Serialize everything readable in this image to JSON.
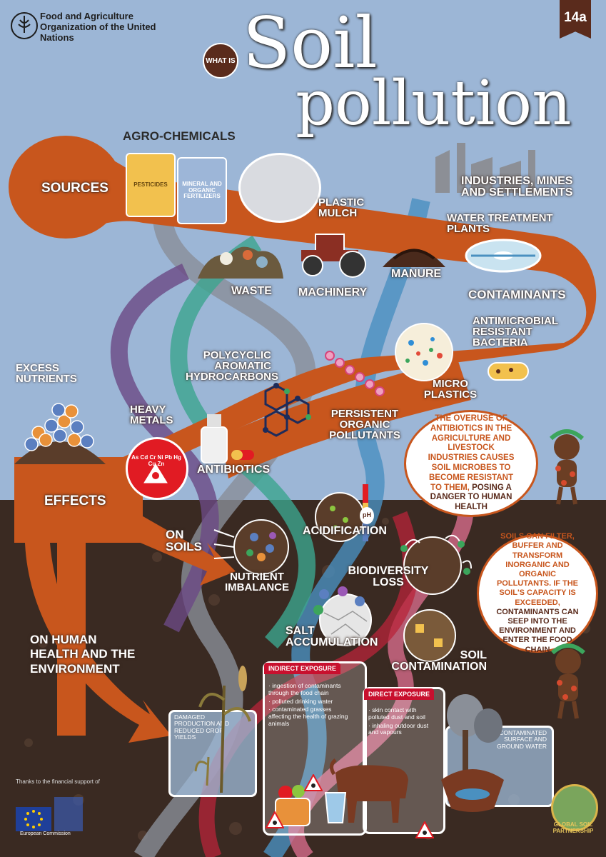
{
  "header": {
    "org_name": "Food and Agriculture Organization of the United Nations",
    "logo_text": "FAO",
    "what_is": "WHAT IS",
    "title_line1": "Soil",
    "title_line2": "pollution",
    "tag": "14a"
  },
  "sources": {
    "label": "SOURCES",
    "agro_chemicals": "AGRO-CHEMICALS",
    "pesticides": "PESTICIDES",
    "fertilizers": "MINERAL AND ORGANIC FERTILIZERS",
    "plastic_mulch": "PLASTIC MULCH",
    "industries": "INDUSTRIES, MINES AND SETTLEMENTS",
    "water_treatment": "WATER TREATMENT PLANTS",
    "waste": "WASTE",
    "machinery": "MACHINERY",
    "manure": "MANURE"
  },
  "contaminants": {
    "label": "CONTAMINANTS",
    "amr": "ANTIMICROBIAL RESISTANT BACTERIA",
    "pah": "POLYCYCLIC AROMATIC HYDROCARBONS",
    "microplastics": "MICRO PLASTICS",
    "excess_nutrients": "EXCESS NUTRIENTS",
    "heavy_metals": "HEAVY METALS",
    "heavy_metal_symbols": "As Cd Cr Ni Pb Hg Cu Zn",
    "pop": "PERSISTENT ORGANIC POLLUTANTS",
    "antibiotics": "ANTIBIOTICS"
  },
  "bubbles": {
    "antibiotics_note_1": "THE OVERUSE OF ANTIBIOTICS IN THE AGRICULTURE AND LIVESTOCK INDUSTRIES CAUSES SOIL MICROBES TO BECOME RESISTANT TO THEM,",
    "antibiotics_note_2": "POSING A DANGER TO HUMAN HEALTH",
    "soils_note_1": "SOILS CAN FILTER, BUFFER AND TRANSFORM INORGANIC AND ORGANIC POLLUTANTS. IF THE SOIL'S CAPACITY IS EXCEEDED,",
    "soils_note_2": "CONTAMINANTS CAN SEEP INTO THE ENVIRONMENT AND ENTER THE FOOD CHAIN"
  },
  "effects": {
    "label": "EFFECTS",
    "on_soils": "ON SOILS",
    "acidification": "ACIDIFICATION",
    "ph": "pH",
    "nutrient_imbalance": "NUTRIENT IMBALANCE",
    "biodiversity_loss": "BIODIVERSITY LOSS",
    "salt_accumulation": "SALT ACCUMULATION",
    "soil_contamination": "SOIL CONTAMINATION",
    "on_human_health": "ON HUMAN HEALTH AND THE ENVIRONMENT"
  },
  "panels": {
    "damaged": "DAMAGED PRODUCTION AND REDUCED CROP YIELDS",
    "indirect_head": "INDIRECT EXPOSURE",
    "indirect_items": [
      "· ingestion of contaminants through the food chain",
      "· polluted drinking water",
      "· contaminated grasses affecting the health of grazing animals"
    ],
    "direct_head": "DIRECT EXPOSURE",
    "direct_items": [
      "· skin contact with polluted dust and soil",
      "· inhaling outdoor dust and vapours"
    ],
    "contaminated_water": "CONTAMINATED SURFACE AND GROUND WATER"
  },
  "footer": {
    "thanks": "Thanks to the financial support of",
    "eu_name": "European Commission",
    "gsp": "GLOBAL SOIL PARTNERSHIP"
  },
  "colors": {
    "sky": "#9cb6d6",
    "flow_orange": "#c8561d",
    "soil_brown": "#3a2a22",
    "tag_brown": "#5a2b1c",
    "warning_red": "#e11b23"
  }
}
